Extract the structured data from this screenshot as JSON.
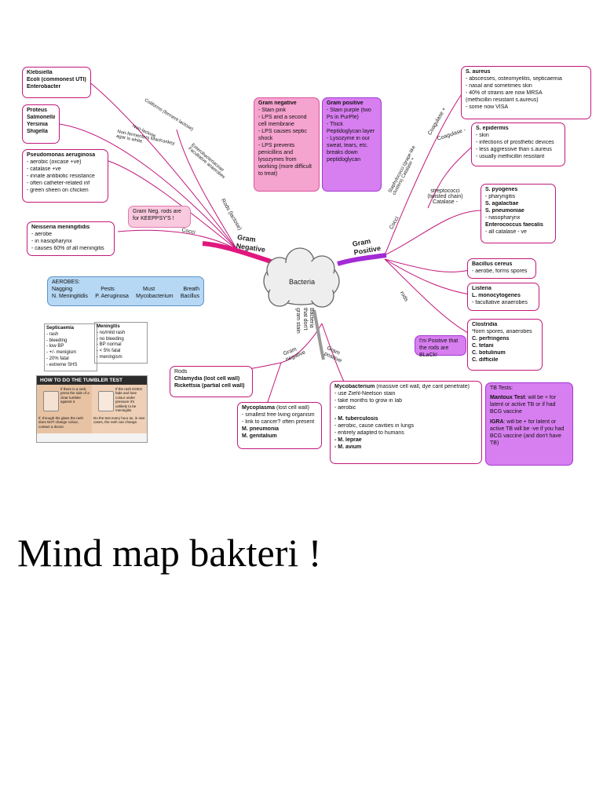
{
  "center": "Bacteria",
  "branches": {
    "gram_negative": "Gram Negative",
    "gram_positive": "Gram Positive",
    "cocci_left": "Cocci",
    "cocci_right": "Cocci",
    "rods_lactose": "Rods (lactose)",
    "rods_right": "rods",
    "gram_negative_small": "Gram negative",
    "gram_positive_small": "Gram positive",
    "bacteria_that_dont_gram_stain": "Bacteria that don't gram stain",
    "coliforms": "Coliforms (ferment lactose)",
    "non_lactose": "Non-lactose",
    "non_fermenters": "Non-fermenters MacKonkey agar is white",
    "enterobacteriaceae": "Enterobacteriaceae Facultative anaerobes",
    "staphylococci": "Staphylococci (grape-like clusters) Catalase +",
    "coagulase_plus": "Coagulase +",
    "coagulase_minus": "Coagulase -",
    "streptococci": "streptococci (twisted chain) Catalase -"
  },
  "klebsiella": [
    "Klebsiella",
    "Ecoli (commonest UTI)",
    "Enterobacter"
  ],
  "proteus": [
    "Proteus",
    "Salmonella",
    "Yersinia",
    "Shigella"
  ],
  "pseudomonas": {
    "title": "Pseudomonas aeruginosa",
    "items": [
      "- aerobic (oxcase +ve)",
      "- catalase +ve",
      "- innate antibiotic resistance",
      "- often catheter-related inf",
      "- green sheen on chicken"
    ]
  },
  "gram_neg_note": "Gram Neg. rods are for KEEPPSY'S !",
  "neisseria": {
    "title": "Neisseria meningitidis",
    "items": [
      "- aerobe",
      "- in nasopharynx",
      "- causes 60% of all meningitis"
    ]
  },
  "gram_negative_box": {
    "title": "Gram negative",
    "items": [
      "- Stain pink",
      "- LPS and a second cell membrane",
      "- LPS causes septic shock",
      "- LPS prevents penicillins and lysozymes from working (more difficult to treat)"
    ]
  },
  "gram_positive_box": {
    "title": "Gram positive",
    "items": [
      "- Stain purple (two Ps in PurPle)",
      "- Thick Peptidoglycan layer",
      "- Lysozyme in our sweat, tears, etc. breaks down peptidoglycan"
    ]
  },
  "aerobes": {
    "title": "AEROBES:",
    "words": [
      "Nagging",
      "Pests",
      "Must",
      "Breath"
    ],
    "names": [
      "N. Meningitidis",
      "P. Aeruginosa",
      "Mycobacterium",
      "Bacillus"
    ]
  },
  "septicaemia": {
    "title": "Septicaemia",
    "items": [
      "- rash",
      "- bleeding",
      "- low BP",
      "- +/- menigism",
      "- 20% fatal",
      "- extreme SHS"
    ]
  },
  "meningitis": {
    "title": "Meningitis",
    "items": [
      "- no/mild rash",
      "- no bleeding",
      "- BP normal",
      "- < 5% fatal",
      "- meningism"
    ]
  },
  "tumbler": {
    "header": "HOW TO DO THE TUMBLER TEST",
    "step1": "If there is a rash, press the side of a clear tumbler against it.",
    "step2": "If the rash DOES fade and lose colour under pressure it's unlikely to be meningitis",
    "step3": "If, through the glass the rash does NOT change colour, contact a doctor.",
    "step4": "Do the test every hour as, in rare cases, the rash can change."
  },
  "rods_box": [
    "Rods",
    "Chlamydia (lost cell wall)",
    "Rickettsia (partial cell wall)"
  ],
  "mycoplasma": {
    "title": "Mycoplasma",
    "title_note": "(lost cell wall)",
    "items": [
      "- smallest free living organism",
      "- link to cancer? often present"
    ],
    "species": [
      "M. pneumonia",
      "M. genitalium"
    ]
  },
  "mycobacterium": {
    "title": "Mycobacterium",
    "title_note": "(massive cell wall, dye cant penetrate)",
    "items": [
      "- use Ziehl-Neelson stain",
      "- take months to grow in lab",
      "- aerobic"
    ],
    "tb": "- M. tuberculosis",
    "tb_items": [
      "- aerobic, cause cavities in lungs",
      "- entirely adapted to humans"
    ],
    "species": [
      "- M. leprae",
      "- M. avium"
    ]
  },
  "tb_tests": {
    "title": "TB Tests:",
    "mantoux_label": "Mantoux Test",
    "mantoux": ": will be + for latent or active TB or if had BCG vaccine",
    "igra_label": "IGRA",
    "igra": ": will be + for latent or active TB will be -ve if you had BCG vaccine (and don't have TB)"
  },
  "s_aureus": {
    "title": "S. aureus",
    "items": [
      "- abscesses, osteomyelitis, septicaemia",
      "- nasal and sometimes skin",
      "- 40% of strains are now MRSA",
      "  (methicillin resistant s.aureus)",
      "- some now VISA"
    ]
  },
  "s_epidermis": {
    "title": "S. epidermis",
    "items": [
      "- skin",
      "- infections of prosthetic devices",
      "- less aggressive than s.aureus",
      "- usually methicillin resistant"
    ]
  },
  "s_pyogenes": {
    "lines": [
      "S. pyogenes",
      "- pharyngitis",
      "S. agalactiae",
      "S. pneumoniae",
      "- nasopharynx",
      "Enterococcus faecalis",
      "- all catalase - ve"
    ],
    "bold": [
      true,
      false,
      true,
      true,
      false,
      true,
      false
    ]
  },
  "bacillus": {
    "title": "Bacillus cereus",
    "items": [
      "- aerobe, forms spores"
    ]
  },
  "listeria": {
    "lines": [
      "Listeria",
      "L. monocytogenes",
      "- facultative anaerobes"
    ],
    "bold": [
      true,
      true,
      false
    ]
  },
  "clostridia": {
    "lines": [
      "Clostridia",
      "*form spores, anaerobes",
      "C. perfringens",
      "C. tetani",
      "C. botulinum",
      "C. difficile"
    ],
    "bold": [
      true,
      false,
      true,
      true,
      true,
      true
    ]
  },
  "positive_note": "I'm Positive that the rods are BLaCk!",
  "caption": "Mind map bakteri !",
  "colors": {
    "pink": "#f5a3cf",
    "purple": "#d77ef0",
    "blue": "#b6d8f5",
    "border": "#c2187a"
  }
}
